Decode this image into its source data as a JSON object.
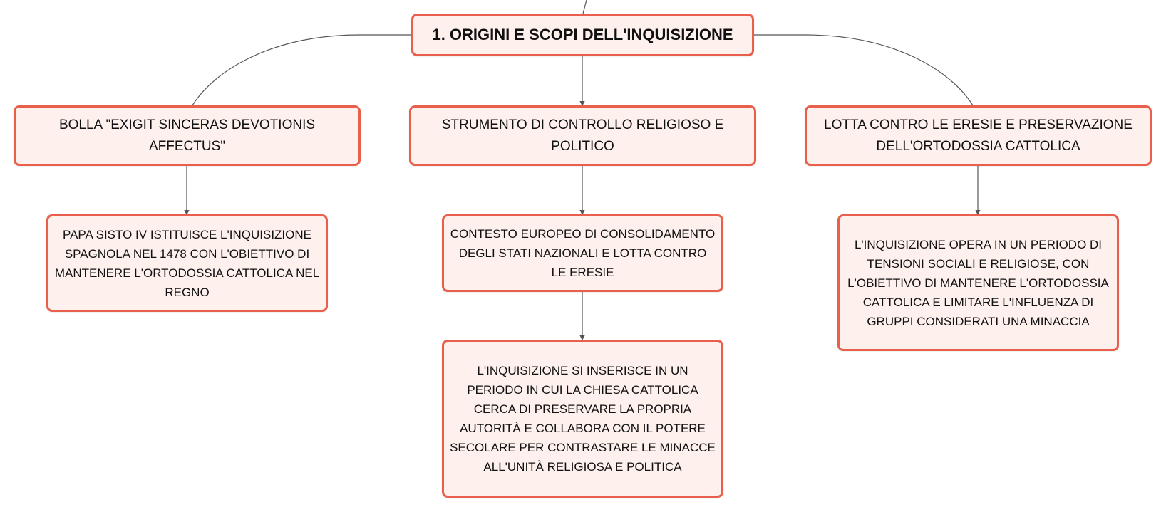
{
  "diagram": {
    "colors": {
      "node_border": "#e8604c",
      "node_fill": "#fdf0ed",
      "connector": "#555555",
      "text": "#111111"
    },
    "root": {
      "label": "1. ORIGINI E SCOPI DELL'INQUISIZIONE"
    },
    "branches": [
      {
        "label": "BOLLA \"EXIGIT SINCERAS DEVOTIONIS AFFECTUS\"",
        "children": [
          "PAPA SISTO IV ISTITUISCE L'INQUISIZIONE SPAGNOLA NEL 1478 CON L'OBIETTIVO DI MANTENERE L'ORTODOSSIA CATTOLICA NEL REGNO"
        ]
      },
      {
        "label": "STRUMENTO DI CONTROLLO RELIGIOSO E POLITICO",
        "children": [
          "CONTESTO EUROPEO DI CONSOLIDAMENTO DEGLI STATI NAZIONALI E LOTTA CONTRO LE ERESIE",
          "L'INQUISIZIONE SI INSERISCE IN UN PERIODO IN CUI LA CHIESA CATTOLICA CERCA DI PRESERVARE LA PROPRIA AUTORITÀ E COLLABORA CON IL POTERE SECOLARE PER CONTRASTARE LE MINACCE ALL'UNITÀ RELIGIOSA E POLITICA"
        ]
      },
      {
        "label": "LOTTA CONTRO LE ERESIE E PRESERVAZIONE DELL'ORTODOSSIA CATTOLICA",
        "children": [
          "L'INQUISIZIONE OPERA IN UN PERIODO DI TENSIONI SOCIALI E RELIGIOSE, CON L'OBIETTIVO DI MANTENERE L'ORTODOSSIA CATTOLICA E LIMITARE L'INFLUENZA DI GRUPPI CONSIDERATI UNA MINACCIA"
        ]
      }
    ]
  }
}
